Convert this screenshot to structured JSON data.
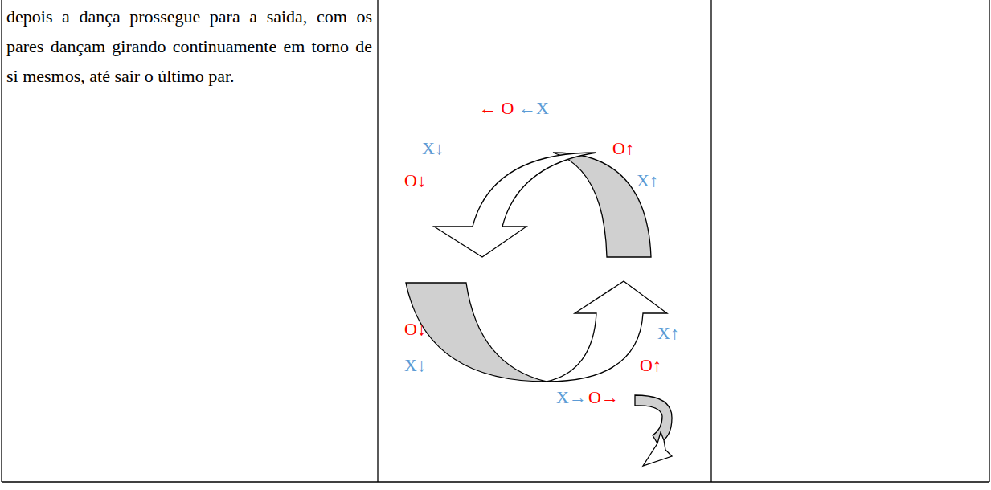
{
  "diagram": {
    "labels": [
      "depois a dança prossegue para a saida, com os pares dançam girando continuamente em torno de si mesmos, até sair o último par.",
      "← O",
      "←X",
      "X↓",
      "O↑",
      "O↓",
      "X↑",
      "O↓",
      "X↑",
      "X↓",
      "O↑",
      "X→",
      "O→"
    ]
  }
}
